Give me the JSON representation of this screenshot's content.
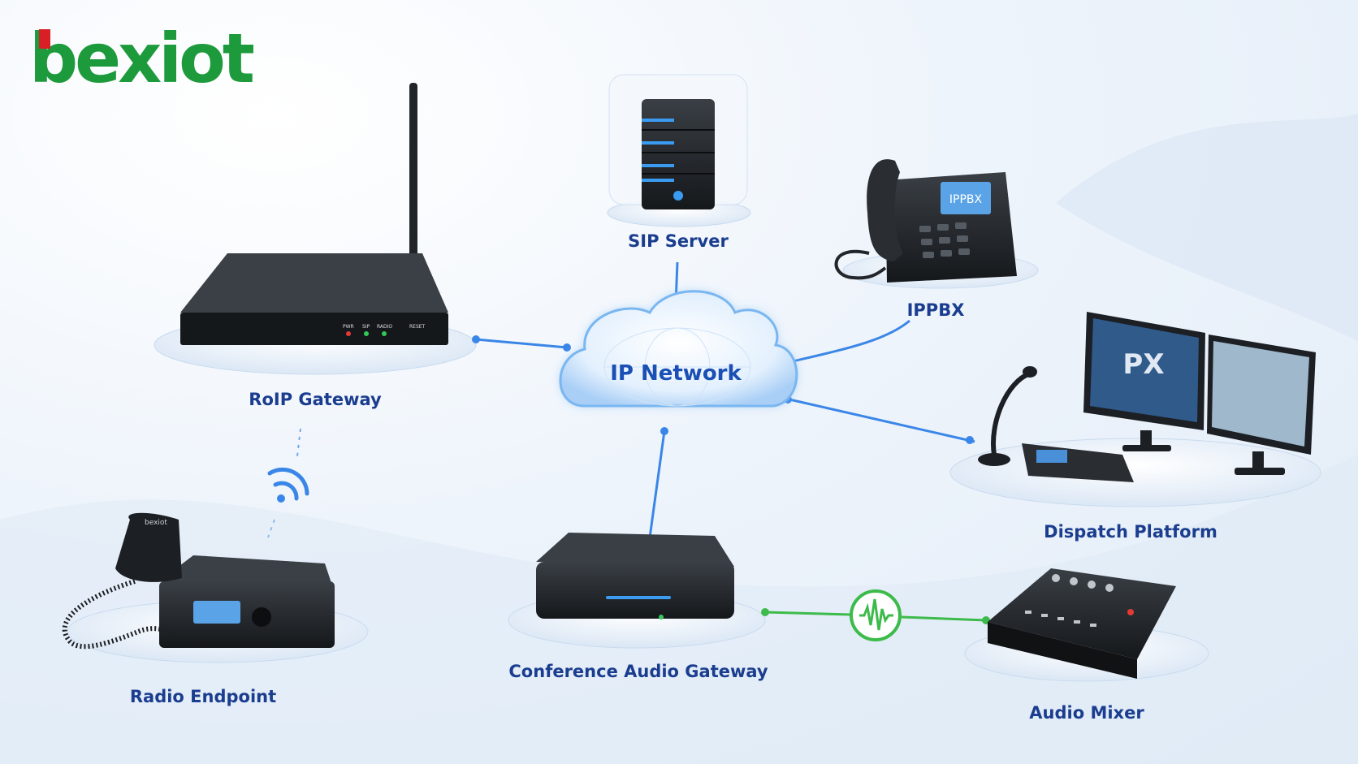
{
  "logo": {
    "text": "bexiot",
    "color_primary": "#1d9a3b",
    "color_accent": "#d81f26"
  },
  "center": {
    "label": "IP Network"
  },
  "nodes": [
    {
      "id": "sip-server",
      "label": "SIP Server"
    },
    {
      "id": "ippbx",
      "label": "IPPBX",
      "screen_text": "IPPBX"
    },
    {
      "id": "roip-gateway",
      "label": "RoIP Gateway",
      "led_labels": [
        "PWR",
        "SIP",
        "RADIO",
        "RESET"
      ]
    },
    {
      "id": "dispatch-platform",
      "label": "Dispatch Platform"
    },
    {
      "id": "conference-audio-gateway",
      "label": "Conference Audio Gateway"
    },
    {
      "id": "audio-mixer",
      "label": "Audio Mixer"
    },
    {
      "id": "radio-endpoint",
      "label": "Radio Endpoint",
      "mic_text": "bexiot"
    }
  ],
  "links": [
    {
      "from": "ip-network",
      "to": "sip-server",
      "style": "network"
    },
    {
      "from": "ip-network",
      "to": "ippbx",
      "style": "network"
    },
    {
      "from": "ip-network",
      "to": "roip-gateway",
      "style": "network"
    },
    {
      "from": "ip-network",
      "to": "dispatch-platform",
      "style": "network"
    },
    {
      "from": "ip-network",
      "to": "conference-audio-gateway",
      "style": "network"
    },
    {
      "from": "conference-audio-gateway",
      "to": "audio-mixer",
      "style": "audio"
    },
    {
      "from": "roip-gateway",
      "to": "radio-endpoint",
      "style": "wireless"
    }
  ],
  "colors": {
    "network": "#3a86e8",
    "audio": "#3dbb4a",
    "label": "#1b3d8f"
  }
}
